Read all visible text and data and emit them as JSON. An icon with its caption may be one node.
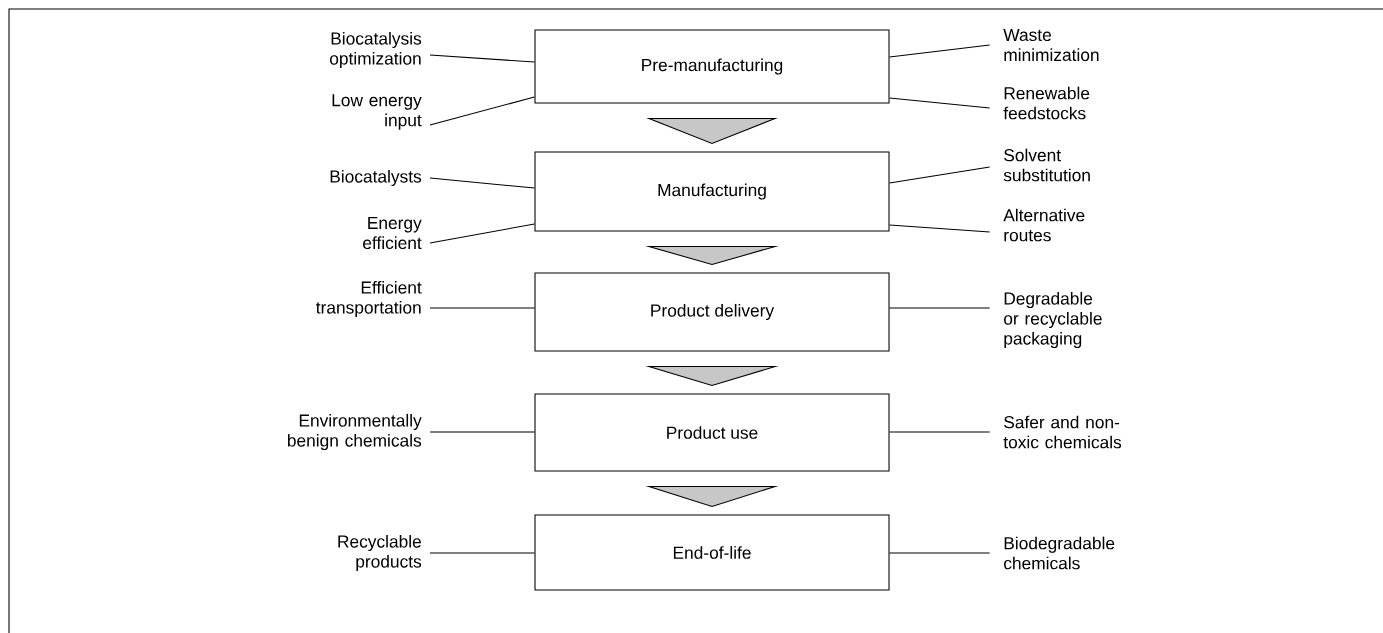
{
  "diagram": {
    "nodes": [
      {
        "text": [
          "Pre-manufacturing"
        ]
      },
      {
        "text": [
          "Biocatalysis optimization"
        ]
      },
      {
        "text": [
          "Low energy input"
        ]
      },
      {
        "text": [
          "Waste minimization"
        ]
      },
      {
        "text": [
          "Renewable feedstocks"
        ]
      },
      {
        "text": [
          "Manufacturing"
        ]
      },
      {
        "text": [
          "Biocatalysts"
        ]
      },
      {
        "text": [
          "Energy efficient"
        ]
      },
      {
        "text": [
          "Solvent substitution"
        ]
      },
      {
        "text": [
          "Alternative routes"
        ]
      },
      {
        "text": [
          "Product delivery"
        ]
      },
      {
        "text": [
          "Efficient transportation"
        ]
      },
      {
        "text": [
          "Degradable or recyclable packaging"
        ]
      },
      {
        "text": [
          "Product use"
        ]
      },
      {
        "text": [
          "Environmentally benign chemicals"
        ]
      },
      {
        "text": [
          "Safer and non-toxic chemicals"
        ]
      },
      {
        "text": [
          "End-of-life"
        ]
      },
      {
        "text": [
          "Recyclable products"
        ]
      },
      {
        "text": [
          "Biodegradable chemicals"
        ]
      }
    ],
    "edges": [
      {
        "from": 0,
        "to": 5,
        "arrow": "to"
      },
      {
        "from": 5,
        "to": 10,
        "arrow": "to"
      },
      {
        "from": 10,
        "to": 13,
        "arrow": "to"
      },
      {
        "from": 13,
        "to": 16,
        "arrow": "to"
      },
      {
        "from": 1,
        "to": 0,
        "arrow": "none"
      },
      {
        "from": 2,
        "to": 0,
        "arrow": "none"
      },
      {
        "from": 3,
        "to": 0,
        "arrow": "none"
      },
      {
        "from": 4,
        "to": 0,
        "arrow": "none"
      },
      {
        "from": 6,
        "to": 5,
        "arrow": "none"
      },
      {
        "from": 7,
        "to": 5,
        "arrow": "none"
      },
      {
        "from": 8,
        "to": 5,
        "arrow": "none"
      },
      {
        "from": 9,
        "to": 5,
        "arrow": "none"
      },
      {
        "from": 11,
        "to": 10,
        "arrow": "none"
      },
      {
        "from": 12,
        "to": 10,
        "arrow": "none"
      },
      {
        "from": 14,
        "to": 13,
        "arrow": "none"
      },
      {
        "from": 15,
        "to": 13,
        "arrow": "none"
      },
      {
        "from": 17,
        "to": 16,
        "arrow": "none"
      },
      {
        "from": 18,
        "to": 16,
        "arrow": "none"
      }
    ]
  }
}
